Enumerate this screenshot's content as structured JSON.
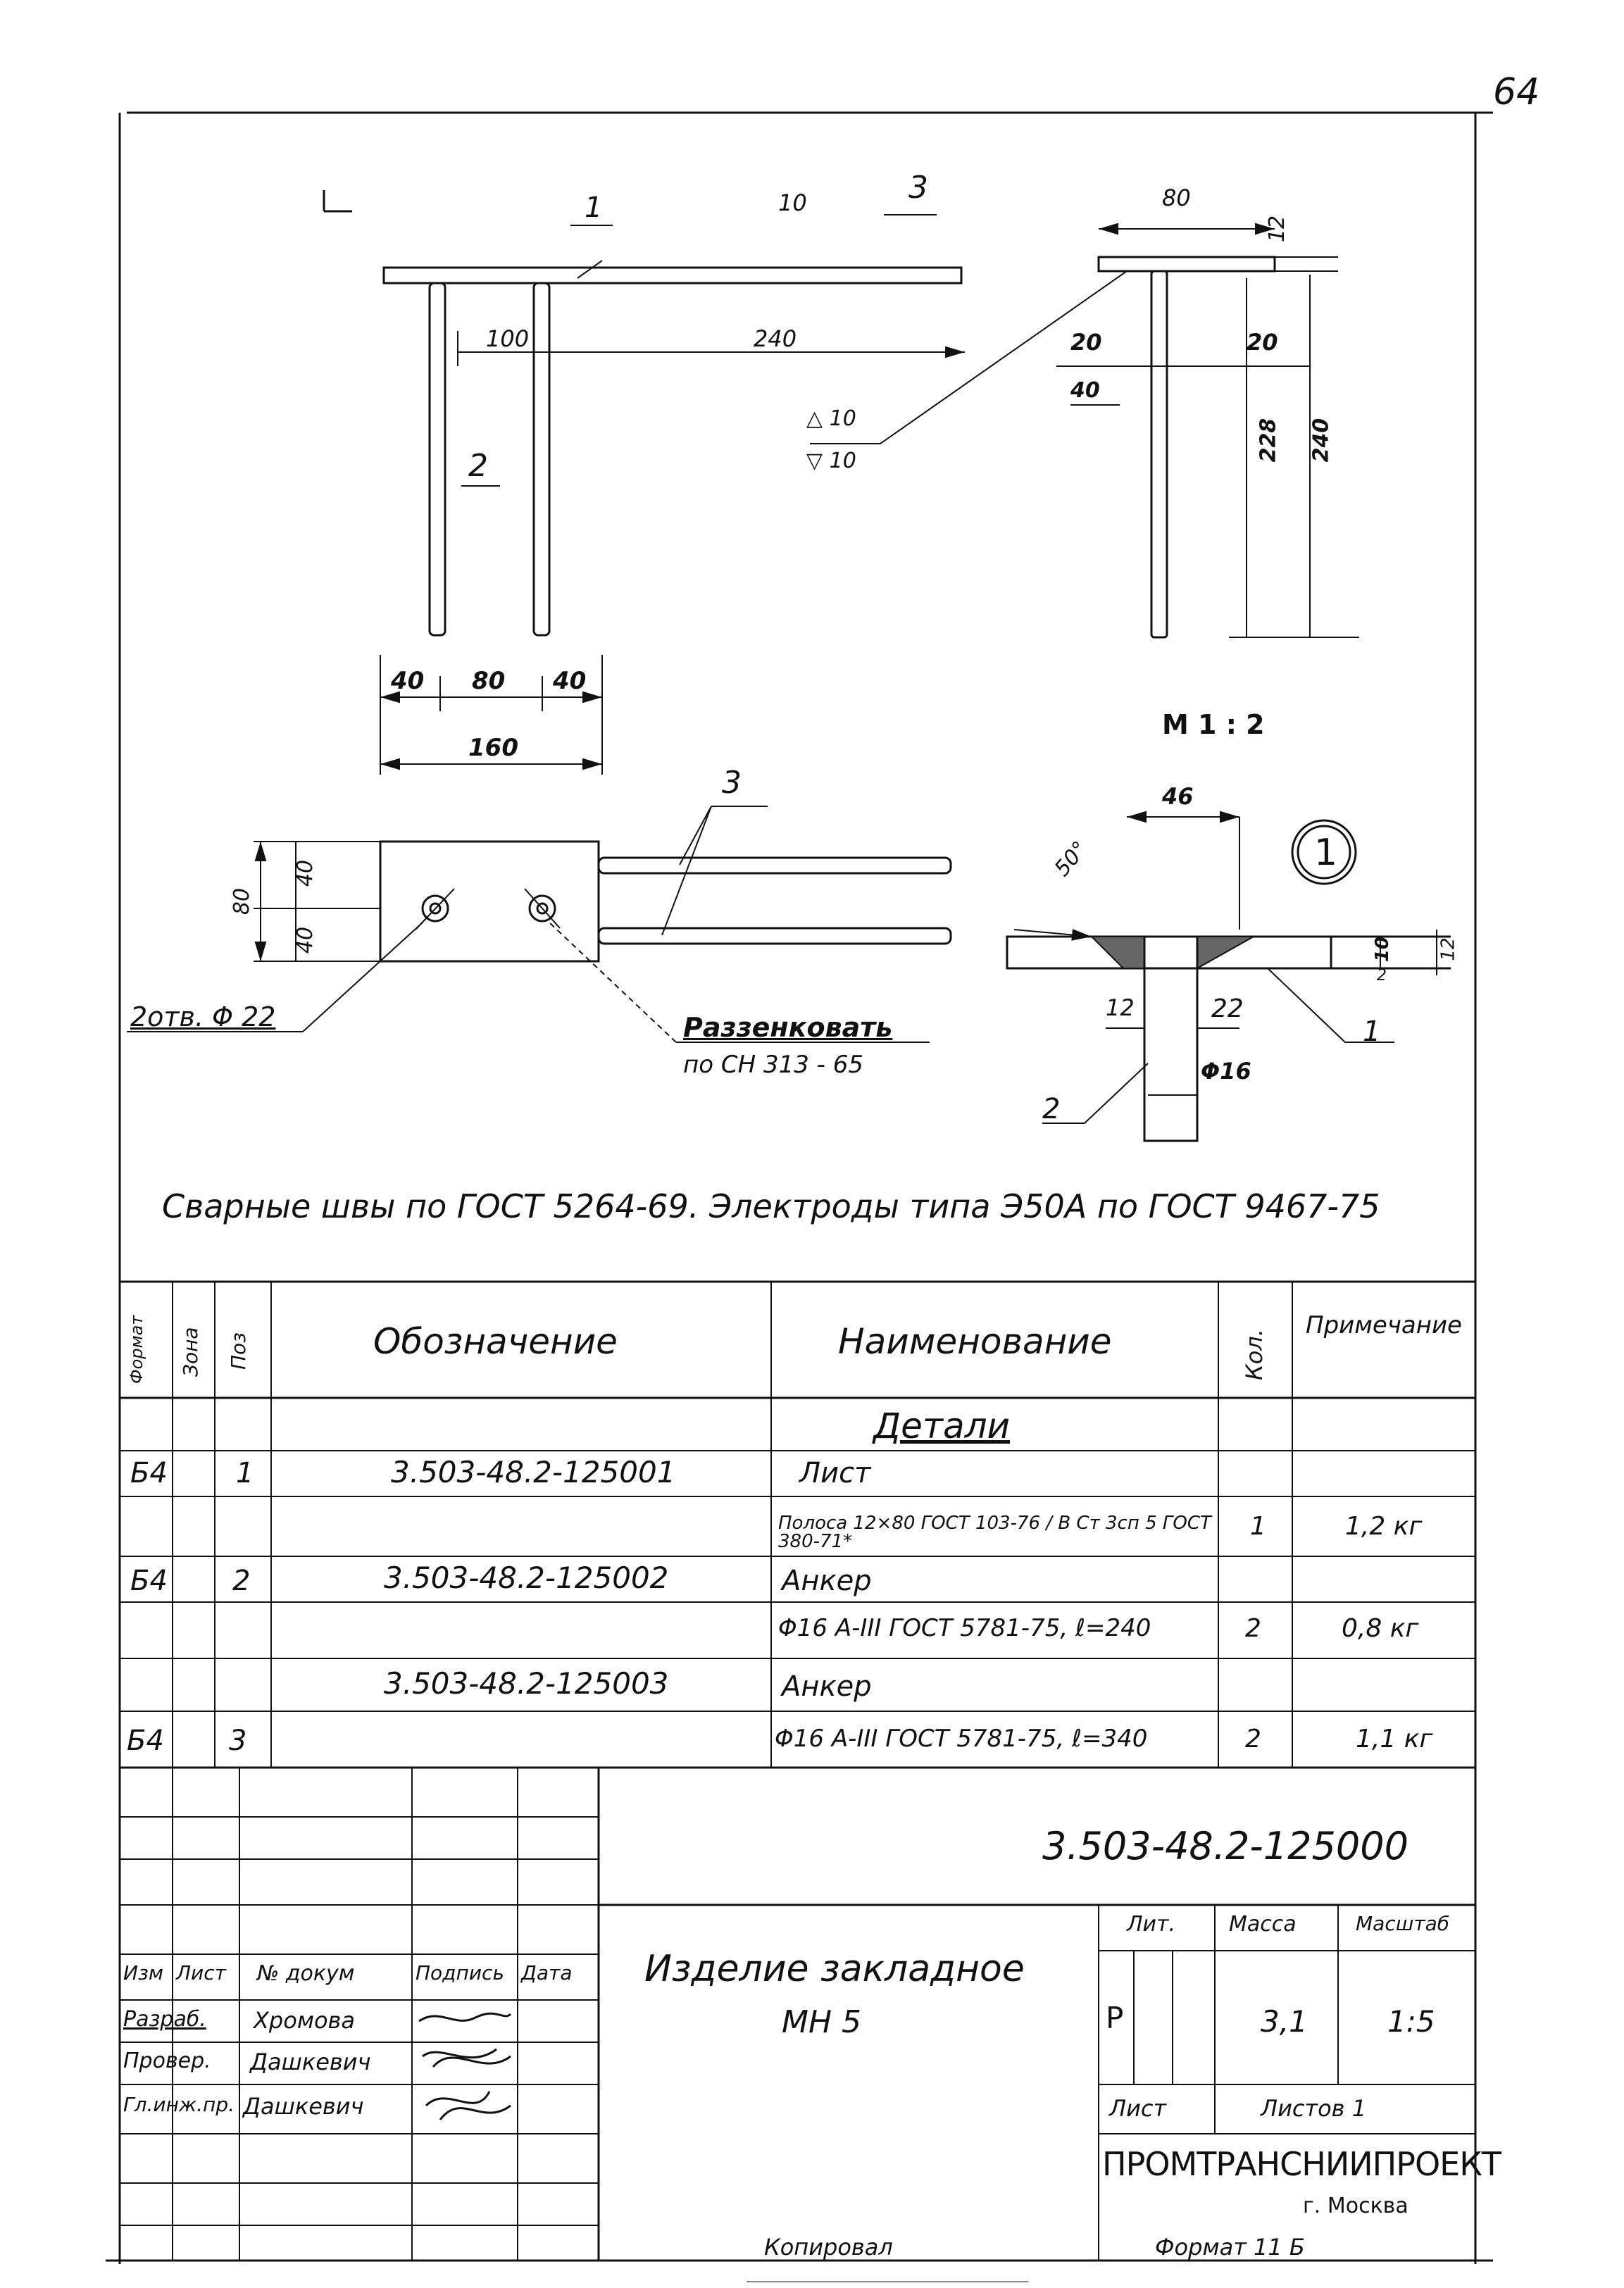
{
  "page_number": "64",
  "drawing": {
    "dim_top_weld": "10",
    "label_1": "1",
    "label_3_top": "3",
    "dim_80_side": "80",
    "dim_12_side": "12",
    "dim_100": "100",
    "dim_240_top": "240",
    "dim_20_left": "20",
    "dim_20_right": "20",
    "dim_40_side": "40",
    "weld_10_a": "10",
    "weld_10_b": "10",
    "dim_228": "228",
    "dim_240_vert": "240",
    "label_2_front": "2",
    "dim_40_a": "40",
    "dim_80_b": "80",
    "dim_40_b": "40",
    "dim_160": "160",
    "scale": "M 1 : 2",
    "label_3_plan": "3",
    "dim_80_plan": "80",
    "dim_40_plan_a": "40",
    "dim_40_plan_b": "40",
    "holes_note": "2отв. Φ 22",
    "countersink_1": "Раззенковать",
    "countersink_2": "по СН 313 - 65",
    "detail_46": "46",
    "detail_angle": "50°",
    "detail_circle": "1",
    "detail_10": "10",
    "detail_12_right": "12",
    "detail_2_small": "2",
    "detail_12": "12",
    "detail_22": "22",
    "detail_phi16": "Φ16",
    "detail_label_1": "1",
    "detail_label_2": "2",
    "welding_note": "Сварные швы по ГОСТ 5264-69. Электроды типа Э50А по ГОСТ 9467-75"
  },
  "spec_table": {
    "headers": {
      "format": "Формат",
      "zone": "Зона",
      "pos": "Поз",
      "designation": "Обозначение",
      "name": "Наименование",
      "qty": "Кол.",
      "note": "Примечание"
    },
    "section": "Детали",
    "rows": [
      {
        "format": "Б4",
        "pos": "1",
        "designation": "3.503-48.2-125001",
        "name": "Лист",
        "qty": "",
        "note": ""
      },
      {
        "format": "",
        "pos": "",
        "designation": "",
        "name": "Полоса 12×80 ГОСТ 103-76 / В Ст 3сп 5 ГОСТ 380-71*",
        "qty": "1",
        "note": "1,2 кг"
      },
      {
        "format": "Б4",
        "pos": "2",
        "designation": "3.503-48.2-125002",
        "name": "Анкер",
        "qty": "",
        "note": ""
      },
      {
        "format": "",
        "pos": "",
        "designation": "",
        "name": "Φ16 А-III ГОСТ 5781-75, ℓ=240",
        "qty": "2",
        "note": "0,8 кг"
      },
      {
        "format": "",
        "pos": "",
        "designation": "3.503-48.2-125003",
        "name": "Анкер",
        "qty": "",
        "note": ""
      },
      {
        "format": "Б4",
        "pos": "3",
        "designation": "",
        "name": "Φ16 А-III ГОСТ 5781-75, ℓ=340",
        "qty": "2",
        "note": "1,1 кг"
      }
    ]
  },
  "title_block": {
    "doc_code": "3.503-48.2-125000",
    "title_1": "Изделие закладное",
    "title_2": "МН 5",
    "col_izm": "Изм",
    "col_list": "Лист",
    "col_doc": "№ докум",
    "col_sign": "Подпись",
    "col_date": "Дата",
    "role_1": "Разраб.",
    "name_1": "Хромова",
    "role_2": "Провер.",
    "name_2": "Дашкевич",
    "role_3": "Гл.инж.пр.",
    "name_3": "Дашкевич",
    "lit_label": "Лит.",
    "mass_label": "Масса",
    "scale_label": "Масштаб",
    "lit_value": "Р",
    "mass_value": "3,1",
    "scale_value": "1:5",
    "sheet_label": "Лист",
    "sheets_label": "Листов",
    "sheets_value": "1",
    "org": "ПРОМТРАНСНИИПРОЕКТ",
    "city": "г. Москва",
    "copied": "Копировал",
    "format": "Формат 11 Б"
  }
}
